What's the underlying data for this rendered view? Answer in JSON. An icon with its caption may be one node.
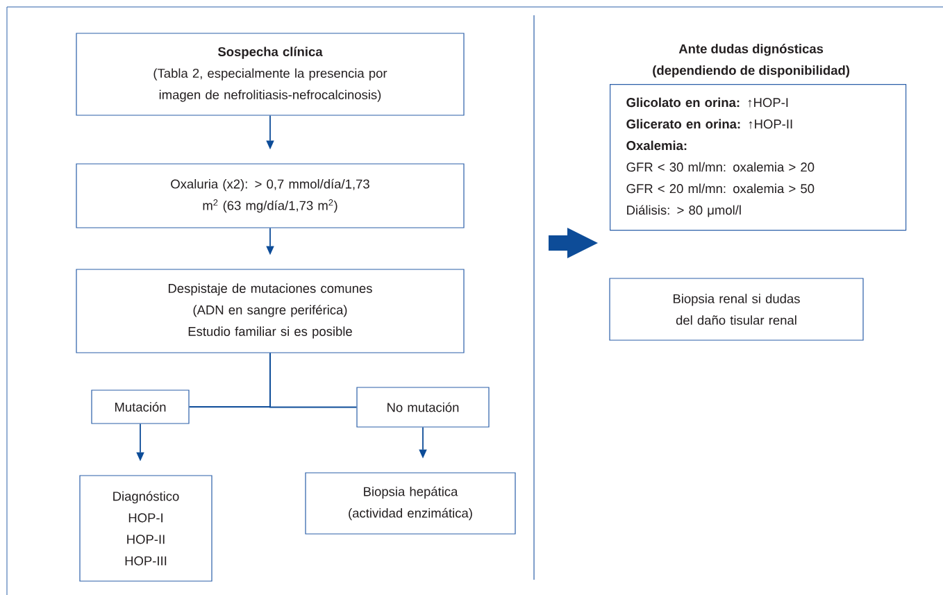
{
  "diagram": {
    "nodes": [
      {
        "text": [
          "Sospecha clínica",
          "(Tabla 2, especialmente la presencia por imagen de nefrolitiasis-nefrocalcinosis)"
        ]
      },
      {
        "text": [
          "Oxaluria (x2): > 0,7 mmol/día/1,73 m$^{2}$ (63 mg/día/1,73 m$^{2}$)"
        ]
      },
      {
        "text": [
          "Despistaje de mutaciones comunes (ADN en sangre periférica)",
          "Estudio familiar si es posible"
        ]
      },
      {
        "text": [
          "Mutación"
        ]
      },
      {
        "text": [
          "No mutación"
        ]
      },
      {
        "text": [
          "Diagnóstico",
          "HOP-I",
          "HOP-II",
          "HOP-III"
        ]
      },
      {
        "text": [
          "Biopsia hepática (actividad enzimática)"
        ]
      },
      {
        "text": [
          "Ante dudas dignósticas",
          "(dependiendo de disponibilidad)",
          "**Glicolato en orina:** ↑HOP-I",
          "**Glicerato en orina:** ↑HOP-II",
          "**Oxalemia:**",
          "GFR < 30 ml/mn: oxalemia > 20",
          "GFR < 20 ml/mn: oxalemia > 50",
          "Diálisis: > 80 μmol/l"
        ]
      },
      {
        "text": [
          "Biopsia renal si dudas del daño tisular renal"
        ]
      }
    ],
    "edges": [
      {
        "from": 0,
        "to": 1,
        "arrow": "to"
      },
      {
        "from": 1,
        "to": 2,
        "arrow": "to"
      },
      {
        "from": 2,
        "to": 3,
        "arrow": "none"
      },
      {
        "from": 2,
        "to": 4,
        "arrow": "none"
      },
      {
        "from": 3,
        "to": 5,
        "arrow": "to"
      },
      {
        "from": 4,
        "to": 6,
        "arrow": "to"
      }
    ]
  }
}
